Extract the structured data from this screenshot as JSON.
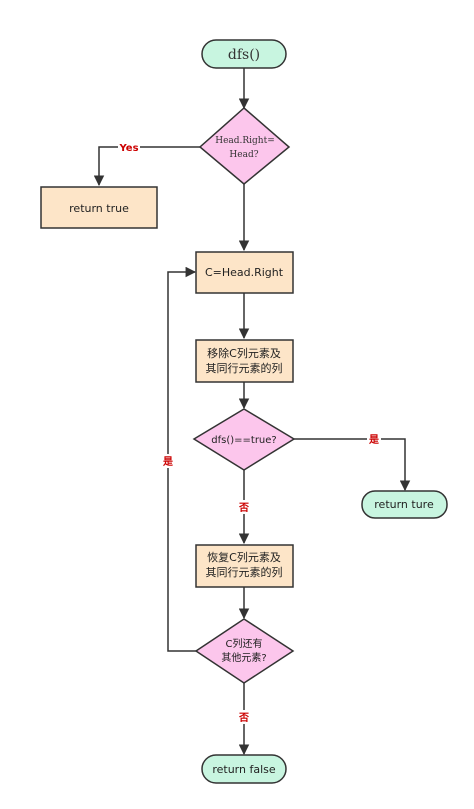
{
  "nodes": {
    "start": "dfs()",
    "head_check_line1": "Head.Right=",
    "head_check_line2": "Head?",
    "return_true": "return true",
    "assign_c": "C=Head.Right",
    "remove_line1": "移除C列元素及",
    "remove_line2": "其同行元素的列",
    "dfs_check": "dfs()==true?",
    "return_ture": "return ture",
    "restore_line1": "恢复C列元素及",
    "restore_line2": "其同行元素的列",
    "more_line1": "C列还有",
    "more_line2": "其他元素?",
    "return_false": "return false"
  },
  "edge_labels": {
    "yes": "Yes",
    "shi_right": "是",
    "fou_mid": "否",
    "shi_loop": "是",
    "fou_bottom": "否"
  },
  "colors": {
    "terminal_fill": "#c8f5e0",
    "decision_fill": "#fcc6ec",
    "process_fill": "#fde5c8",
    "stroke": "#333333",
    "label_red": "#cc0000"
  }
}
